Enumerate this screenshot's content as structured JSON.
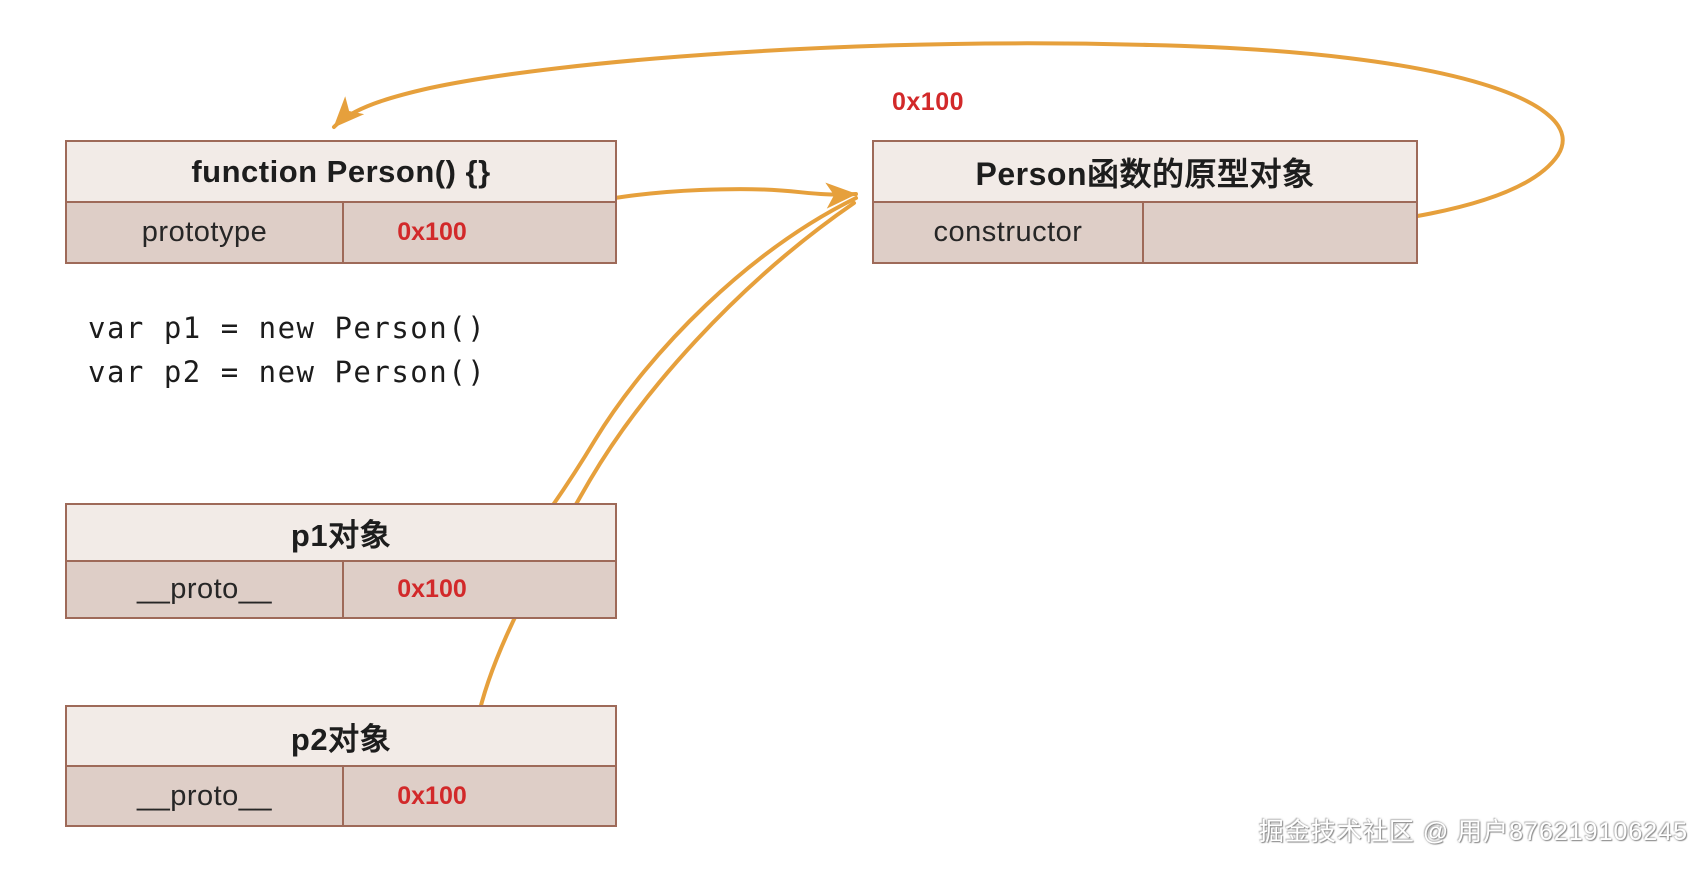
{
  "colors": {
    "box_border": "#9e6a59",
    "header_fill": "#f2ebe7",
    "row_fill": "#decec7",
    "arrow": "#e6a03c",
    "red": "#d2292a",
    "text": "#1d1d1d"
  },
  "boxes": {
    "function_box": {
      "title": "function Person() {}",
      "rows": [
        {
          "key": "prototype",
          "value": "0x100"
        }
      ]
    },
    "prototype_box": {
      "address_label": "0x100",
      "title": "Person函数的原型对象",
      "rows": [
        {
          "key": "constructor",
          "value": ""
        }
      ]
    },
    "p1_box": {
      "title": "p1对象",
      "rows": [
        {
          "key": "__proto__",
          "value": "0x100"
        }
      ]
    },
    "p2_box": {
      "title": "p2对象",
      "rows": [
        {
          "key": "__proto__",
          "value": "0x100"
        }
      ]
    }
  },
  "code": {
    "lines": [
      "var p1 = new Person()",
      "var p2 = new Person()"
    ]
  },
  "watermark": "掘金技术社区 @ 用户876219106245"
}
